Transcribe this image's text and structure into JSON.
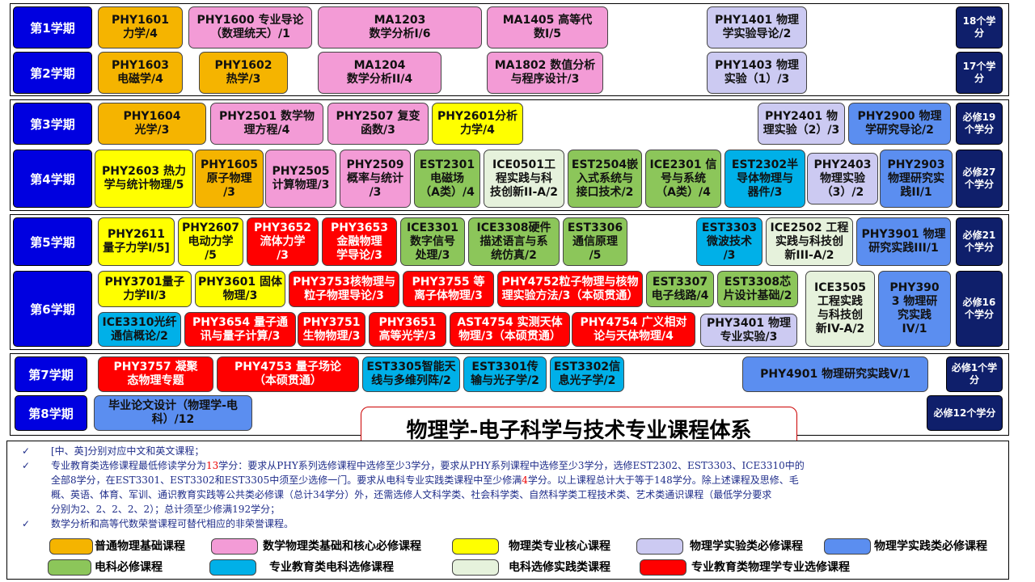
{
  "colors": {
    "orange": "#f5b400",
    "pink": "#f39bd6",
    "yellow": "#ffff00",
    "lavender": "#cccaf2",
    "blue": "#5b8ef0",
    "green": "#8cc65a",
    "cyan": "#00b0e8",
    "pale": "#e6f2dc",
    "red": "#ff0000",
    "semester": "#0000e0",
    "credit": "#0f1f6b"
  },
  "title": "物理学-电子科学与技术专业课程体系",
  "semesters": [
    {
      "label": "第1学期",
      "credits": "18个学分"
    },
    {
      "label": "第2学期",
      "credits": "17个学分"
    },
    {
      "label": "第3学期",
      "credits": "必修19个学分"
    },
    {
      "label": "第4学期",
      "credits": "必修27个学分"
    },
    {
      "label": "第5学期",
      "credits": "必修21个学分"
    },
    {
      "label": "第6学期",
      "credits": "必修16个学分"
    },
    {
      "label": "第7学期",
      "credits": "必修1个学分"
    },
    {
      "label": "第8学期",
      "credits": "必修12个学分"
    }
  ],
  "courses": [
    {
      "text": "PHY1601\n力学/4",
      "cat": "orange"
    },
    {
      "text": "PHY1600 专业导论\n（数理统天）/1",
      "cat": "pink"
    },
    {
      "text": "MA1203\n数学分析I/6",
      "cat": "pink"
    },
    {
      "text": "MA1405 高等代\n数I/5",
      "cat": "pink"
    },
    {
      "text": "PHY1401 物理\n学实验导论/2",
      "cat": "lavender"
    },
    {
      "text": "PHY1603\n电磁学/4",
      "cat": "orange"
    },
    {
      "text": "PHY1602\n热学/3",
      "cat": "orange"
    },
    {
      "text": "MA1204\n数学分析II/4",
      "cat": "pink"
    },
    {
      "text": "MA1802 数值分析\n与程序设计/3",
      "cat": "pink"
    },
    {
      "text": "PHY1403 物理\n实验（1）/3",
      "cat": "lavender"
    },
    {
      "text": "PHY1604\n光学/3",
      "cat": "orange"
    },
    {
      "text": "PHY2501 数学物\n理方程/4",
      "cat": "pink"
    },
    {
      "text": "PHY2507 复变\n函数/3",
      "cat": "pink"
    },
    {
      "text": "PHY2601分析\n力学/4",
      "cat": "yellow"
    },
    {
      "text": "PHY2401 物\n理实验（2）/3",
      "cat": "lavender"
    },
    {
      "text": "PHY2900 物理\n学研究导论/2",
      "cat": "blue"
    },
    {
      "text": "PHY2603 热力\n学与统计物理/5",
      "cat": "yellow"
    },
    {
      "text": "PHY1605\n原子物理\n/3",
      "cat": "orange"
    },
    {
      "text": "PHY2505\n计算物理/3",
      "cat": "pink"
    },
    {
      "text": "PHY2509\n概率与统计\n/3",
      "cat": "pink"
    },
    {
      "text": "EST2301\n电磁场\n（A类）/4",
      "cat": "green"
    },
    {
      "text": "ICE0501工\n程实践与科\n技创新II-A/2",
      "cat": "pale"
    },
    {
      "text": "EST2504嵌\n入式系统与\n接口技术/2",
      "cat": "green"
    },
    {
      "text": "ICE2301 信\n号与系统\n（A类）/4",
      "cat": "green"
    },
    {
      "text": "EST2302半\n导体物理与\n器件/3",
      "cat": "cyan"
    },
    {
      "text": "PHY2403\n物理实验\n（3）/2",
      "cat": "lavender"
    },
    {
      "text": "PHY2903\n物理研究实\n践II/1",
      "cat": "blue"
    },
    {
      "text": "PHY2611\n量子力学I/5]",
      "cat": "yellow"
    },
    {
      "text": "PHY2607\n电动力学\n/5",
      "cat": "yellow"
    },
    {
      "text": "PHY3652\n流体力学\n/3",
      "cat": "red"
    },
    {
      "text": "PHY3653\n金融物理\n学导论/3",
      "cat": "red"
    },
    {
      "text": "ICE3301\n数字信号\n处理/3",
      "cat": "green"
    },
    {
      "text": "ICE3308硬件\n描述语言与系\n统仿真/2",
      "cat": "green"
    },
    {
      "text": "EST3306\n通信原理\n/5",
      "cat": "green"
    },
    {
      "text": "EST3303\n微波技术\n/3",
      "cat": "cyan"
    },
    {
      "text": "ICE2502 工程\n实践与科技创\n新III-A/2",
      "cat": "pale"
    },
    {
      "text": "PHY3901 物理\n研究实践III/1",
      "cat": "blue"
    },
    {
      "text": "PHY3701量子\n力学II/3",
      "cat": "yellow"
    },
    {
      "text": "PHY3601 固体\n物理/3",
      "cat": "yellow"
    },
    {
      "text": "PHY3753核物理与\n粒子物理导论/3",
      "cat": "red"
    },
    {
      "text": "PHY3755 等\n离子体物理/3",
      "cat": "red"
    },
    {
      "text": "PHY4752粒子物理与核物\n理实验方法/3（本硕贯通）",
      "cat": "red"
    },
    {
      "text": "EST3307\n电子线路/4",
      "cat": "green"
    },
    {
      "text": "EST3308芯\n片设计基础/2",
      "cat": "green"
    },
    {
      "text": "ICE3505\n工程实践\n与科技创\n新IV-A/2",
      "cat": "pale"
    },
    {
      "text": "PHY390\n3 物理研\n究实践\nIV/1",
      "cat": "blue"
    },
    {
      "text": "ICE3310光纤\n通信概论/2",
      "cat": "cyan"
    },
    {
      "text": "PHY3654 量子通\n讯与量子计算/3",
      "cat": "red"
    },
    {
      "text": "PHY3751\n生物物理/3",
      "cat": "red"
    },
    {
      "text": "PHY3651\n高等光学/3",
      "cat": "red"
    },
    {
      "text": "AST4754 实测天体\n物理/3（本硕贯通）",
      "cat": "red"
    },
    {
      "text": "PHY4754 广义相对\n论与天体物理/4",
      "cat": "red"
    },
    {
      "text": "PHY3401 物理\n专业实验/3",
      "cat": "lavender"
    },
    {
      "text": "PHY3757 凝聚\n态物理专题",
      "cat": "red"
    },
    {
      "text": "PHY4753 量子场论\n（本硕贯通）",
      "cat": "red"
    },
    {
      "text": "EST3305智能天\n线与多维列阵/2",
      "cat": "cyan"
    },
    {
      "text": "EST3301传\n输与光子学/2",
      "cat": "cyan"
    },
    {
      "text": "EST3302信\n息光子学/2",
      "cat": "cyan"
    },
    {
      "text": "PHY4901 物理研究实践V/1",
      "cat": "blue"
    },
    {
      "text": "毕业论文设计（物理学-电\n科）/12",
      "cat": "blue"
    }
  ],
  "notes": {
    "bullet": "✓",
    "line1": "[中、英]分别对应中文和英文课程；",
    "line2_a": "专业教育类选修课程最低修读学分为",
    "line2_num": "13",
    "line2_b": "学分：要求从PHY系列选修课程中选修至少3学分，要求从PHY系列课程中选修至少3学分，选修EST2302、EST3303、ICE3310中的",
    "line3_a": "全部8学分，在EST3301、EST3302和EST3305中须至少选修一门。要求从电科专业实践类课程中至少修满",
    "line3_num": "4",
    "line3_b": "学分。以上课程总计大于等于148学分。除上述课程及思修、毛",
    "line4": "概、英语、体育、军训、通识教育实践等公共类必修课（总计34学分）外，还需选修人文科学类、社会科学类、自然科学类工程技术类、艺术类通识课程（最低学分要求",
    "line5": "分别为2、2、2、2、2）；总计须至少修满192学分；",
    "line6": "数学分析和高等代数荣誉课程可替代相应的非荣誉课程。"
  },
  "legend": [
    {
      "cat": "orange",
      "label": "普通物理基础课程"
    },
    {
      "cat": "pink",
      "label": "数学物理类基础和核心必修课程"
    },
    {
      "cat": "yellow",
      "label": "物理类专业核心课程"
    },
    {
      "cat": "lavender",
      "label": "物理学实验类必修课程"
    },
    {
      "cat": "blue",
      "label": "物理学实践类必修课程"
    },
    {
      "cat": "green",
      "label": "电科必修课程"
    },
    {
      "cat": "cyan",
      "label": "专业教育类电科选修课程"
    },
    {
      "cat": "pale",
      "label": "电科选修实践类课程"
    },
    {
      "cat": "red",
      "label": "专业教育类物理学专业选修课程"
    }
  ]
}
